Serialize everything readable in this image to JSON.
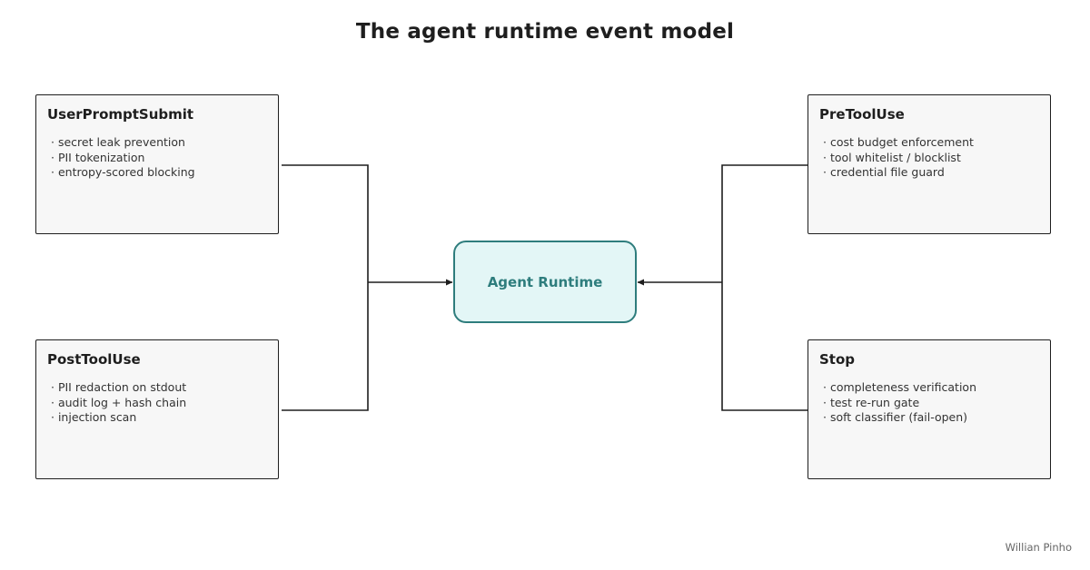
{
  "title": "The agent runtime event model",
  "center": {
    "label": "Agent Runtime"
  },
  "events": [
    {
      "name": "UserPromptSubmit",
      "items": [
        "secret leak prevention",
        "PII tokenization",
        "entropy-scored blocking"
      ]
    },
    {
      "name": "PostToolUse",
      "items": [
        "PII redaction on stdout",
        "audit log + hash chain",
        "injection scan"
      ]
    },
    {
      "name": "PreToolUse",
      "items": [
        "cost budget enforcement",
        "tool whitelist / blocklist",
        "credential file guard"
      ]
    },
    {
      "name": "Stop",
      "items": [
        "completeness verification",
        "test re-run gate",
        "soft classifier (fail-open)"
      ]
    }
  ],
  "colors": {
    "accent": "#2e7d7d",
    "center_fill": "#e3f6f6",
    "box_fill": "#f7f7f7",
    "stroke": "#1e1e1e"
  },
  "signature": "Willian Pinho"
}
